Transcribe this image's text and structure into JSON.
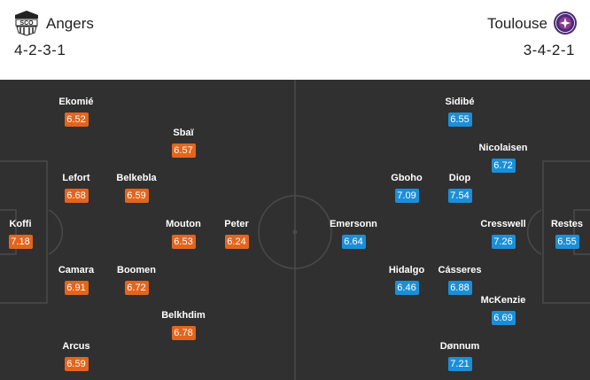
{
  "home": {
    "name": "Angers",
    "formation": "4-2-3-1",
    "logo_icon": "angers-sco-crest-icon",
    "rating_color": "#e3651d",
    "players": [
      {
        "name": "Koffi",
        "rating": "7.18"
      },
      {
        "name": "Lefort",
        "rating": "6.68"
      },
      {
        "name": "Camara",
        "rating": "6.91"
      },
      {
        "name": "Ekomié",
        "rating": "6.52"
      },
      {
        "name": "Arcus",
        "rating": "6.59"
      },
      {
        "name": "Belkebla",
        "rating": "6.59"
      },
      {
        "name": "Boomen",
        "rating": "6.72"
      },
      {
        "name": "Sbaï",
        "rating": "6.57"
      },
      {
        "name": "Mouton",
        "rating": "6.53"
      },
      {
        "name": "Belkhdim",
        "rating": "6.78"
      },
      {
        "name": "Peter",
        "rating": "6.24"
      }
    ]
  },
  "away": {
    "name": "Toulouse",
    "formation": "3-4-2-1",
    "logo_icon": "toulouse-crest-icon",
    "rating_color": "#1a8fd8",
    "players": [
      {
        "name": "Restes",
        "rating": "6.55"
      },
      {
        "name": "Nicolaisen",
        "rating": "6.72"
      },
      {
        "name": "Cresswell",
        "rating": "7.26"
      },
      {
        "name": "McKenzie",
        "rating": "6.69"
      },
      {
        "name": "Sidibé",
        "rating": "6.55"
      },
      {
        "name": "Diop",
        "rating": "7.54"
      },
      {
        "name": "Cásseres",
        "rating": "6.88"
      },
      {
        "name": "Dønnum",
        "rating": "7.21"
      },
      {
        "name": "Gboho",
        "rating": "7.09"
      },
      {
        "name": "Hidalgo",
        "rating": "6.46"
      },
      {
        "name": "Emersonn",
        "rating": "6.64"
      }
    ]
  },
  "pitch_color": "#303030"
}
